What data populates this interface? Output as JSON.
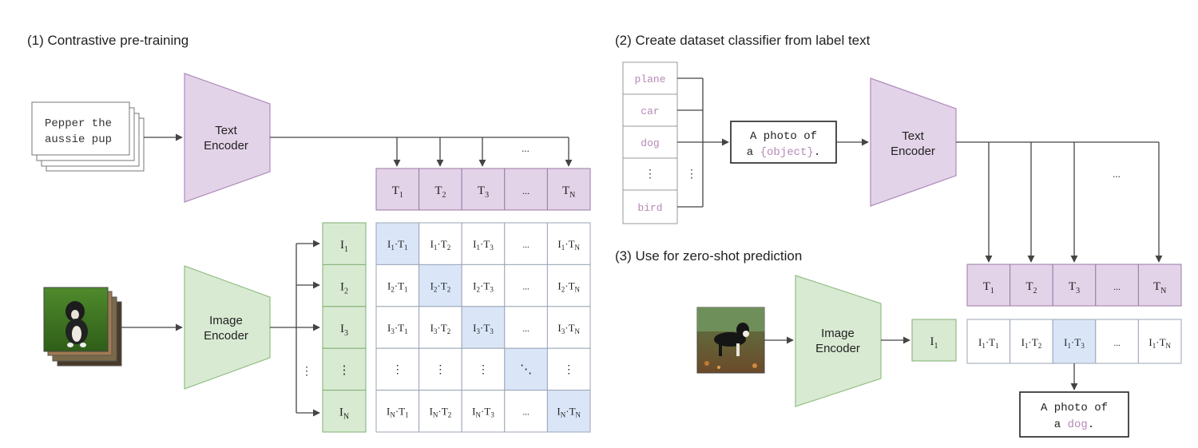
{
  "sections": {
    "pretraining": "(1) Contrastive pre-training",
    "classifier": "(2) Create dataset classifier from label text",
    "zeroshot": "(3) Use for zero-shot prediction"
  },
  "encoders": {
    "text_line1": "Text",
    "text_line2": "Encoder",
    "image_line1": "Image",
    "image_line2": "Encoder"
  },
  "caption_input": {
    "line1": "Pepper the",
    "line2": "aussie pup"
  },
  "labels": [
    "plane",
    "car",
    "dog",
    "bird"
  ],
  "prompt": {
    "line1": "A photo of",
    "line2_prefix": "a ",
    "placeholder": "{object}",
    "suffix": "."
  },
  "result": {
    "line1": "A photo of",
    "line2_prefix": "a ",
    "object": "dog",
    "suffix": "."
  },
  "glyphs": {
    "dots": "...",
    "vdots": "⋮",
    "ddots": "⋱"
  },
  "symbols": {
    "text_feature": "T",
    "image_feature": "I",
    "dot": "·"
  },
  "text_subscripts": [
    "1",
    "2",
    "3",
    "",
    "N"
  ],
  "image_subscripts": [
    "1",
    "2",
    "3",
    "",
    "N"
  ],
  "colors": {
    "text_encoder_fill": "#e3d3e8",
    "text_encoder_stroke": "#b08bbd",
    "image_encoder_fill": "#d9ead3",
    "image_encoder_stroke": "#93bf85",
    "highlight_fill": "#dae6f8",
    "label_text": "#b589b5",
    "line": "#444444"
  },
  "icons": {
    "photo_stack": "dog-photo-stack-icon",
    "photo": "dog-photo-icon"
  }
}
